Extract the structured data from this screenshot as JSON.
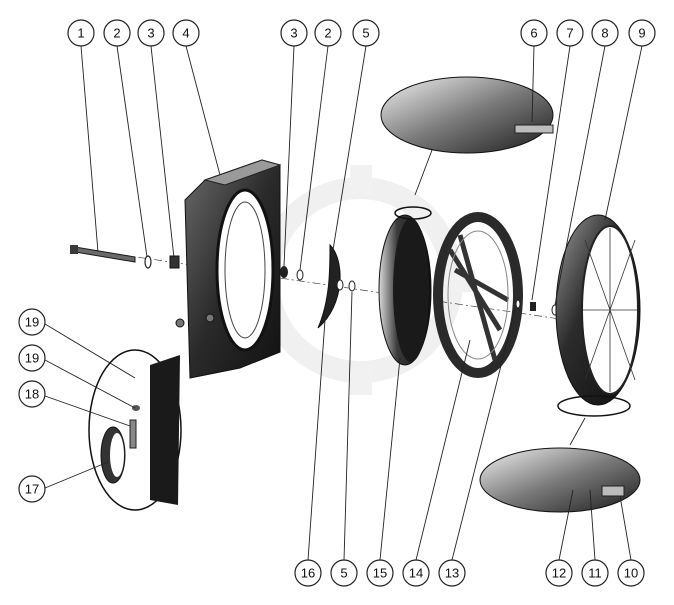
{
  "callouts": [
    {
      "id": "c1-top",
      "label": "1"
    },
    {
      "id": "c2-top",
      "label": "2"
    },
    {
      "id": "c3-top",
      "label": "3"
    },
    {
      "id": "c4-top",
      "label": "4"
    },
    {
      "id": "c3-mid",
      "label": "3"
    },
    {
      "id": "c2-mid",
      "label": "2"
    },
    {
      "id": "c5-top",
      "label": "5"
    },
    {
      "id": "c6-top",
      "label": "6"
    },
    {
      "id": "c7-top",
      "label": "7"
    },
    {
      "id": "c8-top",
      "label": "8"
    },
    {
      "id": "c9-top",
      "label": "9"
    },
    {
      "id": "c19a",
      "label": "19"
    },
    {
      "id": "c19b",
      "label": "19"
    },
    {
      "id": "c18",
      "label": "18"
    },
    {
      "id": "c17",
      "label": "17"
    },
    {
      "id": "c16",
      "label": "16"
    },
    {
      "id": "c5-bot",
      "label": "5"
    },
    {
      "id": "c15",
      "label": "15"
    },
    {
      "id": "c14",
      "label": "14"
    },
    {
      "id": "c13",
      "label": "13"
    },
    {
      "id": "c12",
      "label": "12"
    },
    {
      "id": "c11",
      "label": "11"
    },
    {
      "id": "c10",
      "label": "10"
    }
  ],
  "colors": {
    "line": "#222222",
    "part_dark": "#1c1c1c",
    "part_mid": "#5a5a5a",
    "part_light": "#c8c8c8",
    "watermark": "#e6e6e6"
  }
}
